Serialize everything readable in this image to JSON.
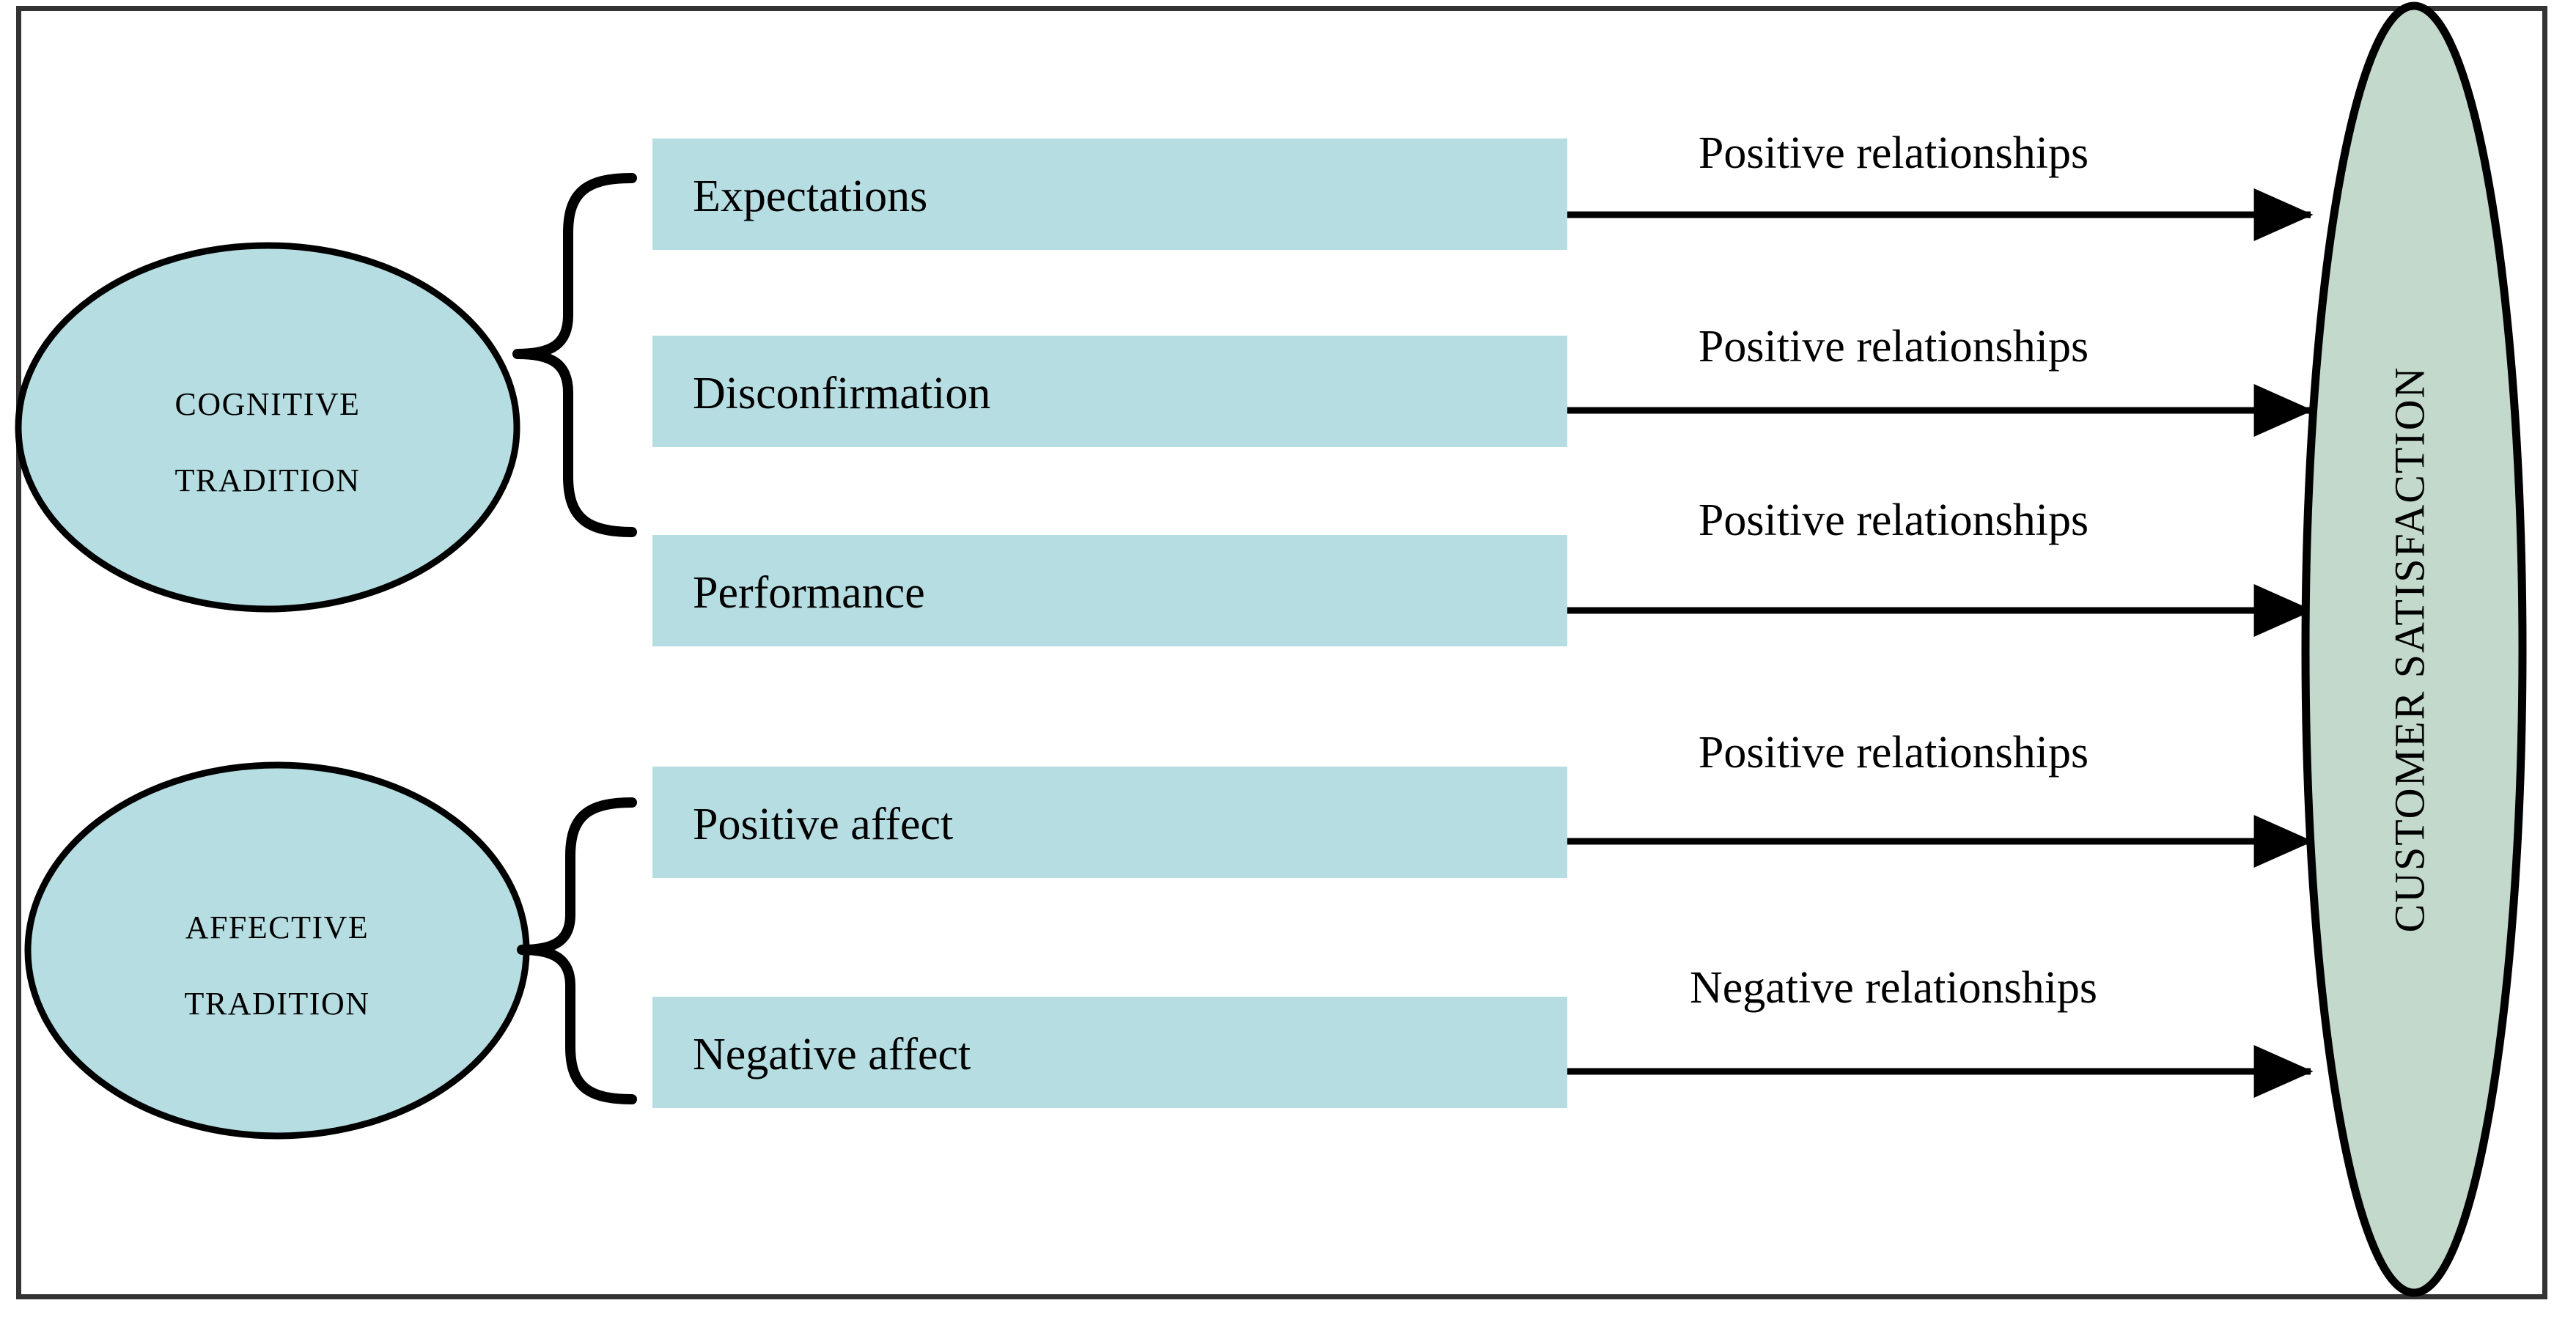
{
  "figure": {
    "type": "concept-diagram",
    "title_text": "",
    "colors": {
      "box_fill": "#b6dee2",
      "source_ellipse_fill": "#b6dee2",
      "outcome_ellipse_fill": "#c3d9cb",
      "stroke": "#000000",
      "frame": "#333333",
      "background": "#ffffff"
    }
  },
  "sources": [
    {
      "id": "cognitive",
      "line1": "COGNITIVE",
      "line2": "TRADITION"
    },
    {
      "id": "affective",
      "line1": "AFFECTIVE",
      "line2": "TRADITION"
    }
  ],
  "constructs": [
    {
      "id": "expectations",
      "label": "Expectations",
      "group": "cognitive",
      "relationship": "Positive relationships"
    },
    {
      "id": "disconfirmation",
      "label": "Disconfirmation",
      "group": "cognitive",
      "relationship": "Positive relationships"
    },
    {
      "id": "performance",
      "label": "Performance",
      "group": "cognitive",
      "relationship": "Positive relationships"
    },
    {
      "id": "positive-affect",
      "label": "Positive affect",
      "group": "affective",
      "relationship": "Positive relationships"
    },
    {
      "id": "negative-affect",
      "label": "Negative affect",
      "group": "affective",
      "relationship": "Negative relationships"
    }
  ],
  "outcome": {
    "id": "customer-satisfaction",
    "label": "CUSTOMER SATISFACTION"
  }
}
